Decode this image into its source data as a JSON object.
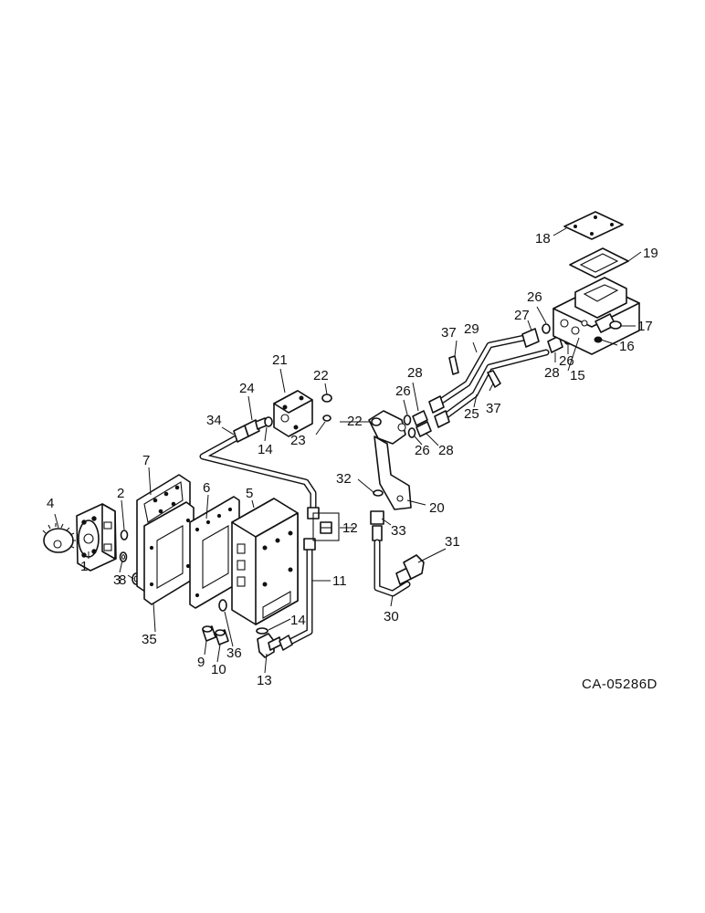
{
  "diagram_code": "CA-05286D",
  "callouts": {
    "c1": "1",
    "c2": "2",
    "c3": "3",
    "c4": "4",
    "c5": "5",
    "c6": "6",
    "c7": "7",
    "c8": "8",
    "c9": "9",
    "c10": "10",
    "c11": "11",
    "c12": "12",
    "c13": "13",
    "c14a": "14",
    "c14b": "14",
    "c15": "15",
    "c16": "16",
    "c17": "17",
    "c18": "18",
    "c19": "19",
    "c20": "20",
    "c21": "21",
    "c22a": "22",
    "c22b": "22",
    "c23": "23",
    "c24": "24",
    "c25": "25",
    "c26a": "26",
    "c26b": "26",
    "c26c": "26",
    "c26d": "26",
    "c27": "27",
    "c28a": "28",
    "c28b": "28",
    "c28c": "28",
    "c29": "29",
    "c30": "30",
    "c31": "31",
    "c32": "32",
    "c33": "33",
    "c34": "34",
    "c35": "35",
    "c36": "36",
    "c37a": "37",
    "c37b": "37"
  }
}
